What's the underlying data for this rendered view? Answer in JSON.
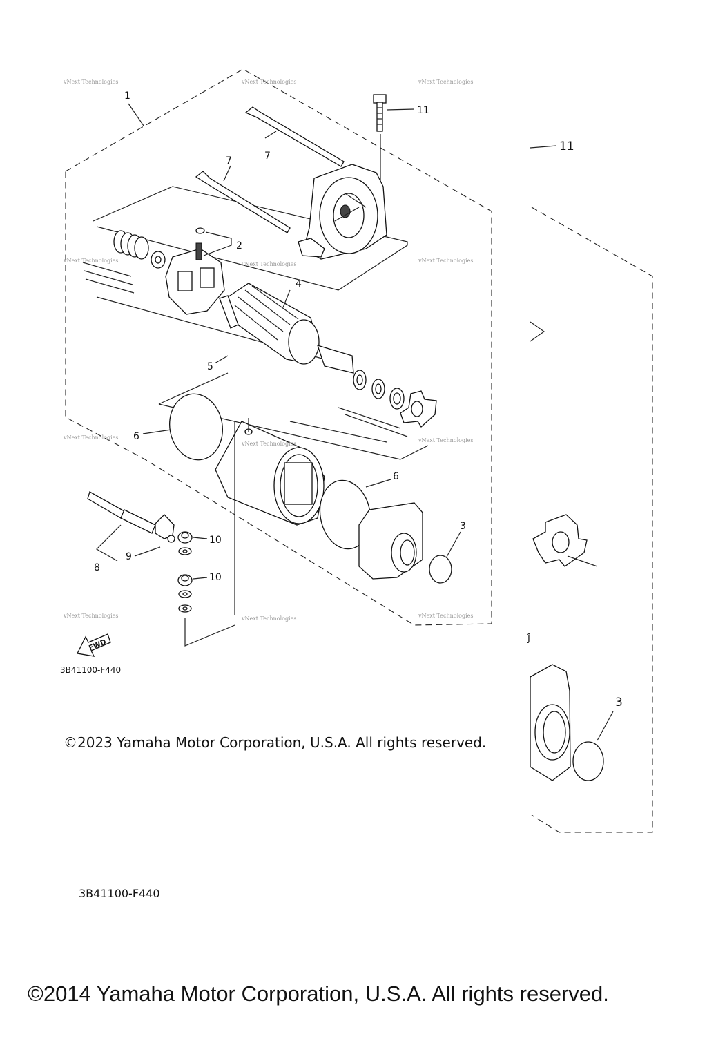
{
  "labels": {
    "l1": "1",
    "l2": "2",
    "l3a": "3",
    "l3b": "3",
    "l4": "4",
    "l5": "5",
    "l6a": "6",
    "l6b": "6",
    "l7a": "7",
    "l7b": "7",
    "l8": "8",
    "l9": "9",
    "l10a": "10",
    "l10b": "10",
    "l11a": "11",
    "l11b": "11",
    "partial": "ĵ"
  },
  "watermark": "vNext Technologies",
  "fwd": "FWD",
  "diagram_code_small": "3B41100-F440",
  "diagram_code_large": "3B41100-F440",
  "copyright_small": "©2023 Yamaha Motor Corporation, U.S.A. All rights reserved.",
  "copyright_large": "©2014 Yamaha Motor Corporation, U.S.A. All rights reserved."
}
